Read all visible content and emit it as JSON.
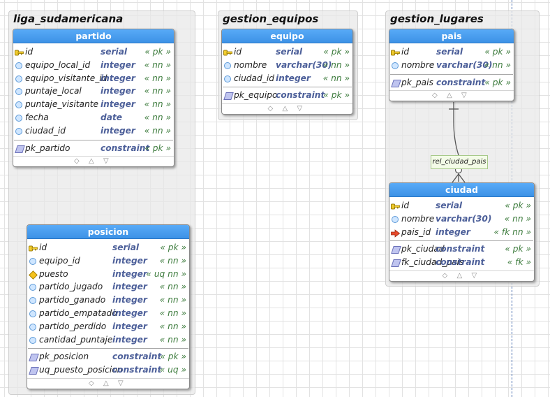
{
  "groups": [
    {
      "title": "liga_sudamericana"
    },
    {
      "title": "gestion_equipos"
    },
    {
      "title": "gestion_lugares"
    }
  ],
  "tables": {
    "partido": {
      "title": "partido",
      "columns": [
        {
          "name": "id",
          "type": "serial",
          "flags": "« pk »",
          "icon": "key-icon"
        },
        {
          "name": "equipo_local_id",
          "type": "integer",
          "flags": "« nn »",
          "icon": "column-icon"
        },
        {
          "name": "equipo_visitante_id",
          "type": "integer",
          "flags": "« nn »",
          "icon": "column-icon"
        },
        {
          "name": "puntaje_local",
          "type": "integer",
          "flags": "« nn »",
          "icon": "column-icon"
        },
        {
          "name": "puntaje_visitante",
          "type": "integer",
          "flags": "« nn »",
          "icon": "column-icon"
        },
        {
          "name": "fecha",
          "type": "date",
          "flags": "« nn »",
          "icon": "column-icon"
        },
        {
          "name": "ciudad_id",
          "type": "integer",
          "flags": "« nn »",
          "icon": "column-icon"
        }
      ],
      "constraints": [
        {
          "name": "pk_partido",
          "type": "constraint",
          "flags": "« pk »",
          "icon": "constraint-icon"
        }
      ]
    },
    "posicion": {
      "title": "posicion",
      "columns": [
        {
          "name": "id",
          "type": "serial",
          "flags": "« pk »",
          "icon": "key-icon"
        },
        {
          "name": "equipo_id",
          "type": "integer",
          "flags": "« nn »",
          "icon": "column-icon"
        },
        {
          "name": "puesto",
          "type": "integer",
          "flags": "« uq nn »",
          "icon": "unique-icon"
        },
        {
          "name": "partido_jugado",
          "type": "integer",
          "flags": "« nn »",
          "icon": "column-icon"
        },
        {
          "name": "partido_ganado",
          "type": "integer",
          "flags": "« nn »",
          "icon": "column-icon"
        },
        {
          "name": "partido_empatado",
          "type": "integer",
          "flags": "« nn »",
          "icon": "column-icon"
        },
        {
          "name": "partido_perdido",
          "type": "integer",
          "flags": "« nn »",
          "icon": "column-icon"
        },
        {
          "name": "cantidad_puntaje",
          "type": "integer",
          "flags": "« nn »",
          "icon": "column-icon"
        }
      ],
      "constraints": [
        {
          "name": "pk_posicion",
          "type": "constraint",
          "flags": "« pk »",
          "icon": "constraint-icon"
        },
        {
          "name": "uq_puesto_posicion",
          "type": "constraint",
          "flags": "« uq »",
          "icon": "constraint-icon"
        }
      ]
    },
    "equipo": {
      "title": "equipo",
      "columns": [
        {
          "name": "id",
          "type": "serial",
          "flags": "« pk »",
          "icon": "key-icon"
        },
        {
          "name": "nombre",
          "type": "varchar(30)",
          "flags": "« nn »",
          "icon": "column-icon"
        },
        {
          "name": "ciudad_id",
          "type": "integer",
          "flags": "« nn »",
          "icon": "column-icon"
        }
      ],
      "constraints": [
        {
          "name": "pk_equipo",
          "type": "constraint",
          "flags": "« pk »",
          "icon": "constraint-icon"
        }
      ]
    },
    "pais": {
      "title": "pais",
      "columns": [
        {
          "name": "id",
          "type": "serial",
          "flags": "« pk »",
          "icon": "key-icon"
        },
        {
          "name": "nombre",
          "type": "varchar(30)",
          "flags": "« nn »",
          "icon": "column-icon"
        }
      ],
      "constraints": [
        {
          "name": "pk_pais",
          "type": "constraint",
          "flags": "« pk »",
          "icon": "constraint-icon"
        }
      ]
    },
    "ciudad": {
      "title": "ciudad",
      "columns": [
        {
          "name": "id",
          "type": "serial",
          "flags": "« pk »",
          "icon": "key-icon"
        },
        {
          "name": "nombre",
          "type": "varchar(30)",
          "flags": "« nn »",
          "icon": "column-icon"
        },
        {
          "name": "pais_id",
          "type": "integer",
          "flags": "« fk nn »",
          "icon": "foreign-key-icon"
        }
      ],
      "constraints": [
        {
          "name": "pk_ciudad",
          "type": "constraint",
          "flags": "« pk »",
          "icon": "constraint-icon"
        },
        {
          "name": "fk_ciudad_pais",
          "type": "constraint",
          "flags": "« fk »",
          "icon": "constraint-icon"
        }
      ]
    }
  },
  "relationships": [
    {
      "label": "rel_ciudad_pais",
      "from": "ciudad",
      "to": "pais"
    }
  ],
  "footer_icons": [
    "diamond-icon",
    "triangle-up-icon",
    "triangle-down-icon"
  ],
  "colors": {
    "header": "#4a9ff0",
    "type_text": "#4c5f99",
    "flag_text": "#3f7d3f",
    "relationship_label_bg": "#f3fbe7"
  }
}
